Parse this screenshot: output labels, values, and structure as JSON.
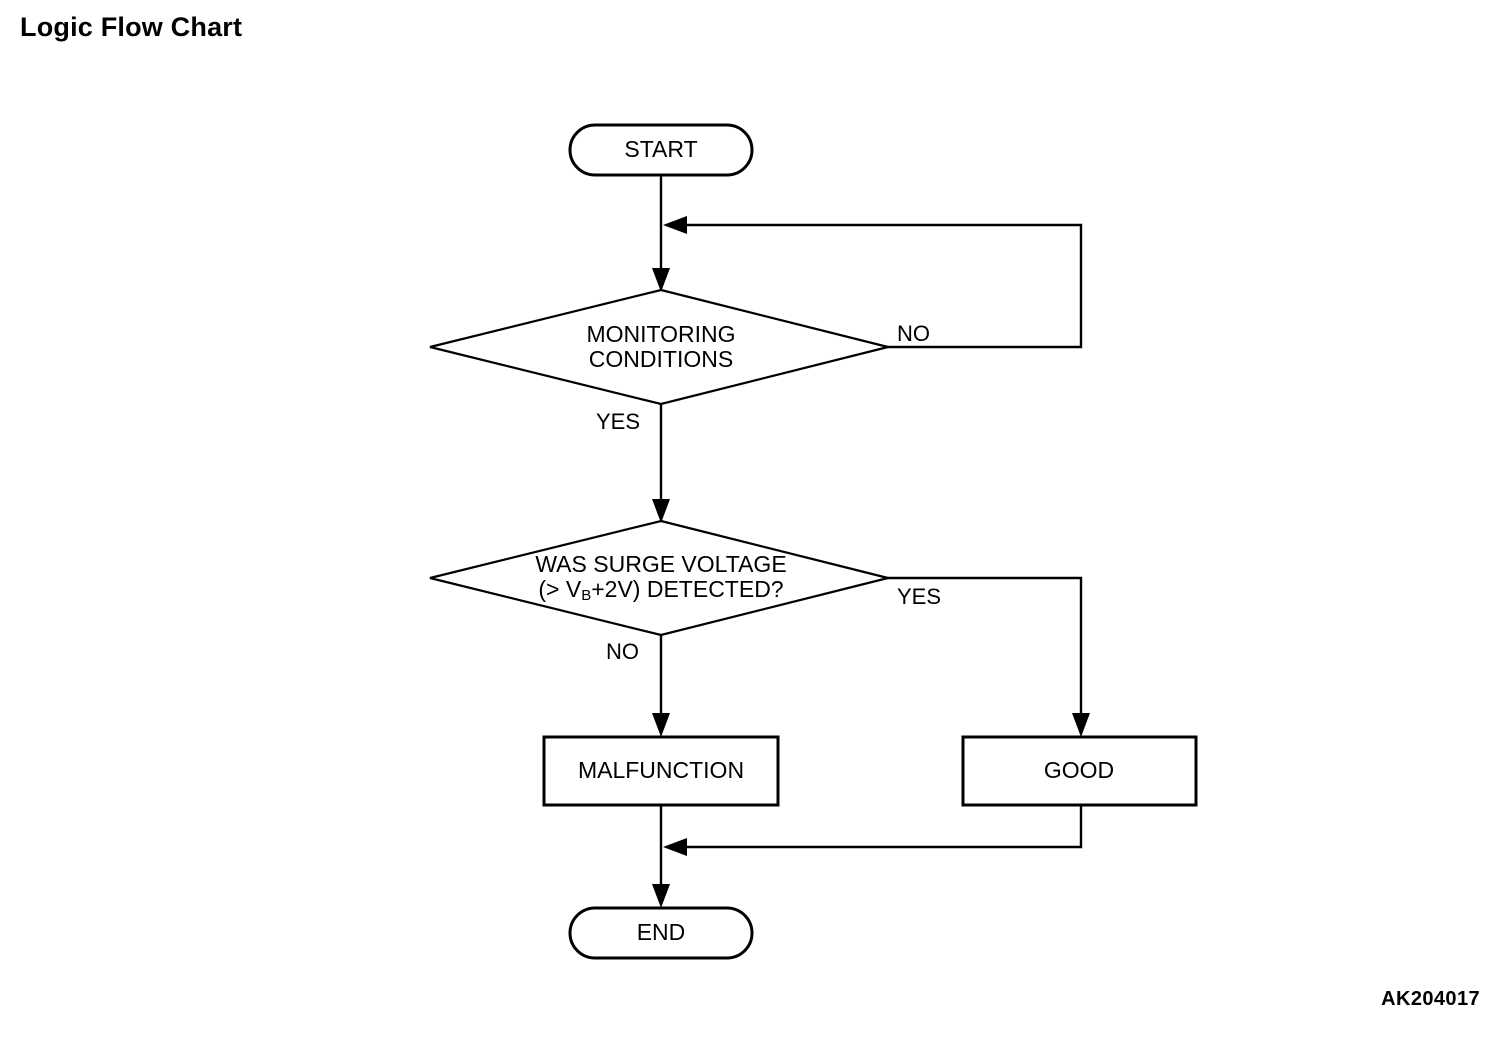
{
  "page": {
    "title": "Logic Flow Chart",
    "figure_code": "AK204017",
    "background_color": "#ffffff",
    "line_color": "#000000"
  },
  "chart_data": {
    "type": "diagram",
    "diagram_kind": "flowchart",
    "title": "Logic Flow Chart",
    "nodes": [
      {
        "id": "start",
        "shape": "stadium",
        "label": "START"
      },
      {
        "id": "monitoring",
        "shape": "diamond",
        "label_line1": "MONITORING",
        "label_line2": "CONDITIONS"
      },
      {
        "id": "surge",
        "shape": "diamond",
        "label_line1": "WAS SURGE VOLTAGE",
        "label_line2_pre": "(> V",
        "label_line2_sub": "B",
        "label_line2_post": "+2V) DETECTED?"
      },
      {
        "id": "malfunction",
        "shape": "rectangle",
        "label": "MALFUNCTION"
      },
      {
        "id": "good",
        "shape": "rectangle",
        "label": "GOOD"
      },
      {
        "id": "end",
        "shape": "stadium",
        "label": "END"
      }
    ],
    "edges": [
      {
        "from": "start",
        "to": "monitoring",
        "label": ""
      },
      {
        "from": "monitoring",
        "to": "monitoring",
        "label": "NO",
        "routing": "right-up-loop-back"
      },
      {
        "from": "monitoring",
        "to": "surge",
        "label": "YES"
      },
      {
        "from": "surge",
        "to": "malfunction",
        "label": "NO"
      },
      {
        "from": "surge",
        "to": "good",
        "label": "YES",
        "routing": "right-down"
      },
      {
        "from": "malfunction",
        "to": "end",
        "label": ""
      },
      {
        "from": "good",
        "to": "end",
        "label": "",
        "routing": "down-left-merge"
      }
    ]
  },
  "labels": {
    "start": "START",
    "monitoring_line1": "MONITORING",
    "monitoring_line2": "CONDITIONS",
    "surge_line1": "WAS SURGE VOLTAGE",
    "surge_line2_pre": "(> V",
    "surge_line2_sub": "B",
    "surge_line2_post": "+2V) DETECTED?",
    "malfunction": "MALFUNCTION",
    "good": "GOOD",
    "end": "END",
    "monitoring_no": "NO",
    "monitoring_yes": "YES",
    "surge_yes": "YES",
    "surge_no": "NO"
  }
}
